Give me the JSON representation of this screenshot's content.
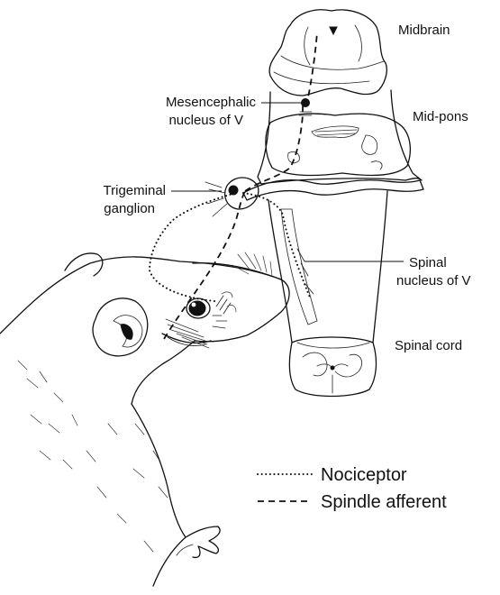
{
  "labels": {
    "midbrain": "Midbrain",
    "mesencephalic_line1": "Mesencephalic",
    "mesencephalic_line2": "nucleus of V",
    "mid_pons": "Mid-pons",
    "trigeminal_line1": "Trigeminal",
    "trigeminal_line2": "ganglion",
    "spinal_nucleus_line1": "Spinal",
    "spinal_nucleus_line2": "nucleus of V",
    "spinal_cord": "Spinal cord"
  },
  "legend": {
    "nociceptor": "Nociceptor",
    "spindle_afferent": "Spindle afferent"
  },
  "colors": {
    "ink": "#111111",
    "background": "#ffffff"
  }
}
